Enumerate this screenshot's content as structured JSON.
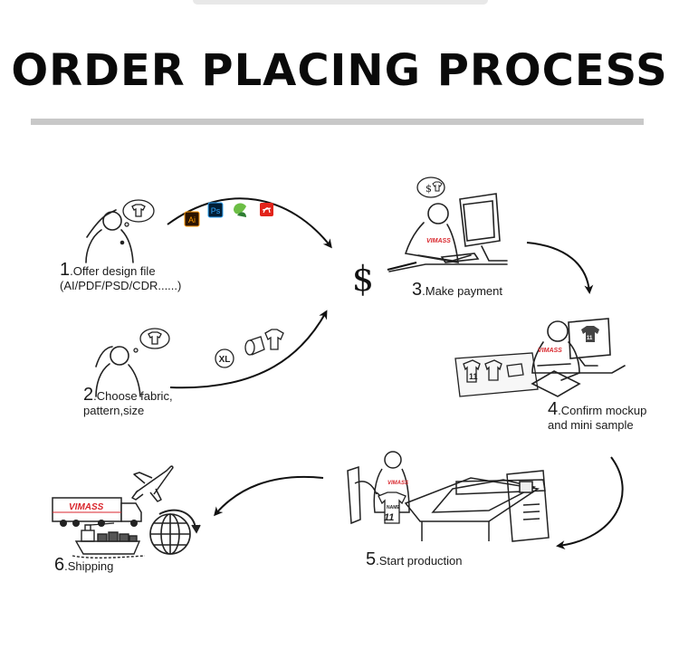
{
  "title": "ORDER PLACING PROCESS",
  "steps": [
    {
      "num": "1",
      "text": ".Offer design file",
      "text2": "(AI/PDF/PSD/CDR......)"
    },
    {
      "num": "2",
      "text": ".Choose fabric,",
      "text2": "pattern,size"
    },
    {
      "num": "3",
      "text": ".Make payment"
    },
    {
      "num": "4",
      "text": ".Confirm mockup",
      "text2": "and mini sample"
    },
    {
      "num": "5",
      "text": ".Start production"
    },
    {
      "num": "6",
      "text": ".Shipping"
    }
  ],
  "icons": {
    "ai": "Ai",
    "ps": "Ps",
    "dollar": "$",
    "xl": "XL"
  },
  "brand": "VIMASS",
  "jersey": {
    "name": "NAME",
    "number": "11"
  },
  "colors": {
    "brand_red": "#d9262c",
    "ai": "#ff9a00",
    "ps": "#31a8ff",
    "pdf": "#e2231a",
    "cdr": "#6cbe45"
  }
}
